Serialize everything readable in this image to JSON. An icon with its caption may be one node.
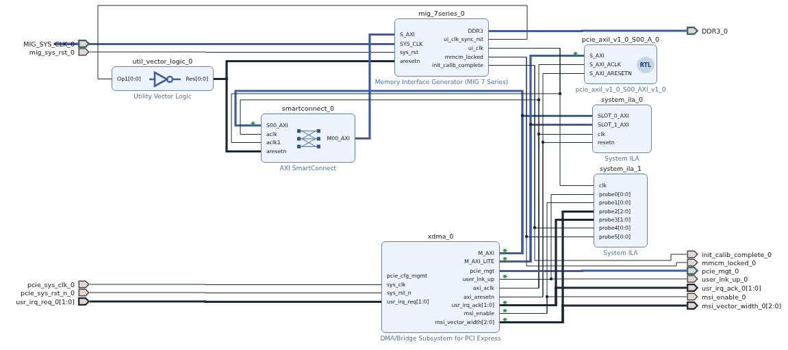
{
  "diagram": {
    "nodes": [
      {
        "text": [
          "MIG_SYS_CLK_0"
        ]
      },
      {
        "text": [
          "mig_sys_rst_0"
        ]
      },
      {
        "text": [
          "mig_7series_0"
        ],
        "beside": [
          "Memory Interface Generator (MIG 7 Series)"
        ]
      },
      {
        "text": [
          "S_AXI"
        ],
        "in": 2
      },
      {
        "text": [
          "SYS_CLK"
        ],
        "in": 2
      },
      {
        "text": [
          "sys_rst"
        ],
        "in": 2
      },
      {
        "text": [
          "aresetn"
        ],
        "in": 2
      },
      {
        "text": [
          "DDR3"
        ],
        "in": 2
      },
      {
        "text": [
          "ui_clk_sync_rst"
        ],
        "in": 2
      },
      {
        "text": [
          "ui_clk"
        ],
        "in": 2
      },
      {
        "text": [
          "mmcm_locked"
        ],
        "in": 2
      },
      {
        "text": [
          "init_calib_complete"
        ],
        "in": 2
      },
      {
        "text": [
          "DDR3_0"
        ]
      },
      {
        "text": [
          "util_vector_logic_0"
        ],
        "beside": [
          "Utility Vector Logic"
        ]
      },
      {
        "text": [
          "Op1[0:0]"
        ],
        "in": 13
      },
      {
        "text": [
          "Res[0:0]"
        ],
        "in": 13
      },
      {
        "text": [
          "pcie_axil_v1_0_S00_A_0"
        ],
        "beside": [
          "pcie_axil_v1_0_S00_AXI_v1_0"
        ]
      },
      {
        "text": [
          "S_AXI"
        ],
        "in": 16
      },
      {
        "text": [
          "S_AXI_ACLK"
        ],
        "in": 16
      },
      {
        "text": [
          "S_AXI_ARESETN"
        ],
        "in": 16
      },
      {
        "text": [
          "system_ila_0"
        ],
        "beside": [
          "System ILA"
        ]
      },
      {
        "text": [
          "SLOT_0_AXI"
        ],
        "in": 20
      },
      {
        "text": [
          "SLOT_1_AXI"
        ],
        "in": 20
      },
      {
        "text": [
          "clk"
        ],
        "in": 20
      },
      {
        "text": [
          "resetn"
        ],
        "in": 20
      },
      {
        "text": [
          "smartconnect_0"
        ],
        "beside": [
          "AXI SmartConnect"
        ]
      },
      {
        "text": [
          "S00_AXI"
        ],
        "in": 25
      },
      {
        "text": [
          "aclk"
        ],
        "in": 25
      },
      {
        "text": [
          "aclk1"
        ],
        "in": 25
      },
      {
        "text": [
          "aresetn"
        ],
        "in": 25
      },
      {
        "text": [
          "M00_AXI"
        ],
        "in": 25
      },
      {
        "text": [
          "system_ila_1"
        ],
        "beside": [
          "System ILA"
        ]
      },
      {
        "text": [
          "clk"
        ],
        "in": 31
      },
      {
        "text": [
          "probe0[0:0]"
        ],
        "in": 31
      },
      {
        "text": [
          "probe1[0:0]"
        ],
        "in": 31
      },
      {
        "text": [
          "probe2[2:0]"
        ],
        "in": 31
      },
      {
        "text": [
          "probe3[1:0]"
        ],
        "in": 31
      },
      {
        "text": [
          "probe4[0:0]"
        ],
        "in": 31
      },
      {
        "text": [
          "probe5[0:0]"
        ],
        "in": 31
      },
      {
        "text": [
          "xdma_0"
        ],
        "beside": [
          "DMA/Bridge Subsystem for PCI Express"
        ]
      },
      {
        "text": [
          "pcie_cfg_mgmt"
        ],
        "in": 39
      },
      {
        "text": [
          "sys_clk"
        ],
        "in": 39
      },
      {
        "text": [
          "sys_rst_n"
        ],
        "in": 39
      },
      {
        "text": [
          "usr_irq_req[1:0]"
        ],
        "in": 39
      },
      {
        "text": [
          "M_AXI"
        ],
        "in": 39
      },
      {
        "text": [
          "M_AXI_LITE"
        ],
        "in": 39
      },
      {
        "text": [
          "pcie_mgt"
        ],
        "in": 39
      },
      {
        "text": [
          "user_lnk_up"
        ],
        "in": 39
      },
      {
        "text": [
          "axi_aclk"
        ],
        "in": 39
      },
      {
        "text": [
          "axi_aresetn"
        ],
        "in": 39
      },
      {
        "text": [
          "usr_irq_ack[1:0]"
        ],
        "in": 39
      },
      {
        "text": [
          "msi_enable"
        ],
        "in": 39
      },
      {
        "text": [
          "msi_vector_width[2:0]"
        ],
        "in": 39
      },
      {
        "text": [
          "pcie_sys_clk_0"
        ]
      },
      {
        "text": [
          "pcie_sys_rst_n_0"
        ]
      },
      {
        "text": [
          "usr_irq_req_0[1:0]"
        ]
      },
      {
        "text": [
          "init_calib_complete_0"
        ]
      },
      {
        "text": [
          "mmcm_locked_0"
        ]
      },
      {
        "text": [
          "pcie_mgt_0"
        ]
      },
      {
        "text": [
          "user_lnk_up_0"
        ]
      },
      {
        "text": [
          "usr_irq_ack_0[1:0]"
        ]
      },
      {
        "text": [
          "msi_enable_0"
        ]
      },
      {
        "text": [
          "msi_vector_width_0[2:0]"
        ]
      }
    ],
    "edges": [
      {
        "from": 0,
        "to": 4,
        "arrow": "none",
        "style": "thick",
        "color": "#3b5ca8"
      },
      {
        "from": 1,
        "to": 5,
        "arrow": "none"
      },
      {
        "from": 8,
        "to": 14,
        "arrow": "none"
      },
      {
        "from": 15,
        "to": 6,
        "arrow": "none",
        "style": "thick"
      },
      {
        "from": 15,
        "to": 29,
        "arrow": "none",
        "style": "thick"
      },
      {
        "from": 30,
        "to": 3,
        "arrow": "none",
        "style": "thick",
        "color": "#3b5ca8"
      },
      {
        "from": 44,
        "to": 26,
        "arrow": "none",
        "style": "thick",
        "color": "#3b5ca8"
      },
      {
        "from": 44,
        "to": 21,
        "arrow": "none",
        "style": "thick",
        "color": "#3b5ca8"
      },
      {
        "from": 45,
        "to": 17,
        "arrow": "none",
        "style": "thick",
        "color": "#3b5ca8"
      },
      {
        "from": 45,
        "to": 22,
        "arrow": "none",
        "style": "thick",
        "color": "#3b5ca8"
      },
      {
        "from": 9,
        "to": 28,
        "arrow": "none"
      },
      {
        "from": 9,
        "to": 32,
        "arrow": "none"
      },
      {
        "from": 48,
        "to": 27,
        "arrow": "none"
      },
      {
        "from": 48,
        "to": 18,
        "arrow": "none"
      },
      {
        "from": 48,
        "to": 23,
        "arrow": "none"
      },
      {
        "from": 49,
        "to": 19,
        "arrow": "none"
      },
      {
        "from": 49,
        "to": 24,
        "arrow": "none"
      },
      {
        "from": 7,
        "to": 12,
        "arrow": "none",
        "style": "thick",
        "color": "#3b5ca8"
      },
      {
        "from": 46,
        "to": 58,
        "arrow": "none",
        "style": "thick",
        "color": "#3b5ca8"
      },
      {
        "from": 53,
        "to": 41,
        "arrow": "none"
      },
      {
        "from": 54,
        "to": 42,
        "arrow": "none"
      },
      {
        "from": 55,
        "to": 43,
        "arrow": "none",
        "style": "thick"
      },
      {
        "from": 47,
        "to": 33,
        "arrow": "none"
      },
      {
        "from": 47,
        "to": 59,
        "arrow": "none"
      },
      {
        "from": 51,
        "to": 34,
        "arrow": "none"
      },
      {
        "from": 51,
        "to": 61,
        "arrow": "none"
      },
      {
        "from": 50,
        "to": 36,
        "arrow": "none",
        "style": "thick"
      },
      {
        "from": 50,
        "to": 60,
        "arrow": "none",
        "style": "thick"
      },
      {
        "from": 52,
        "to": 35,
        "arrow": "none",
        "style": "thick"
      },
      {
        "from": 52,
        "to": 62,
        "arrow": "none",
        "style": "thick"
      },
      {
        "from": 11,
        "to": 37,
        "arrow": "none"
      },
      {
        "from": 11,
        "to": 56,
        "arrow": "none"
      },
      {
        "from": 10,
        "to": 38,
        "arrow": "none"
      },
      {
        "from": 10,
        "to": 57,
        "arrow": "none"
      }
    ],
    "labels": [
      "RTL"
    ]
  }
}
